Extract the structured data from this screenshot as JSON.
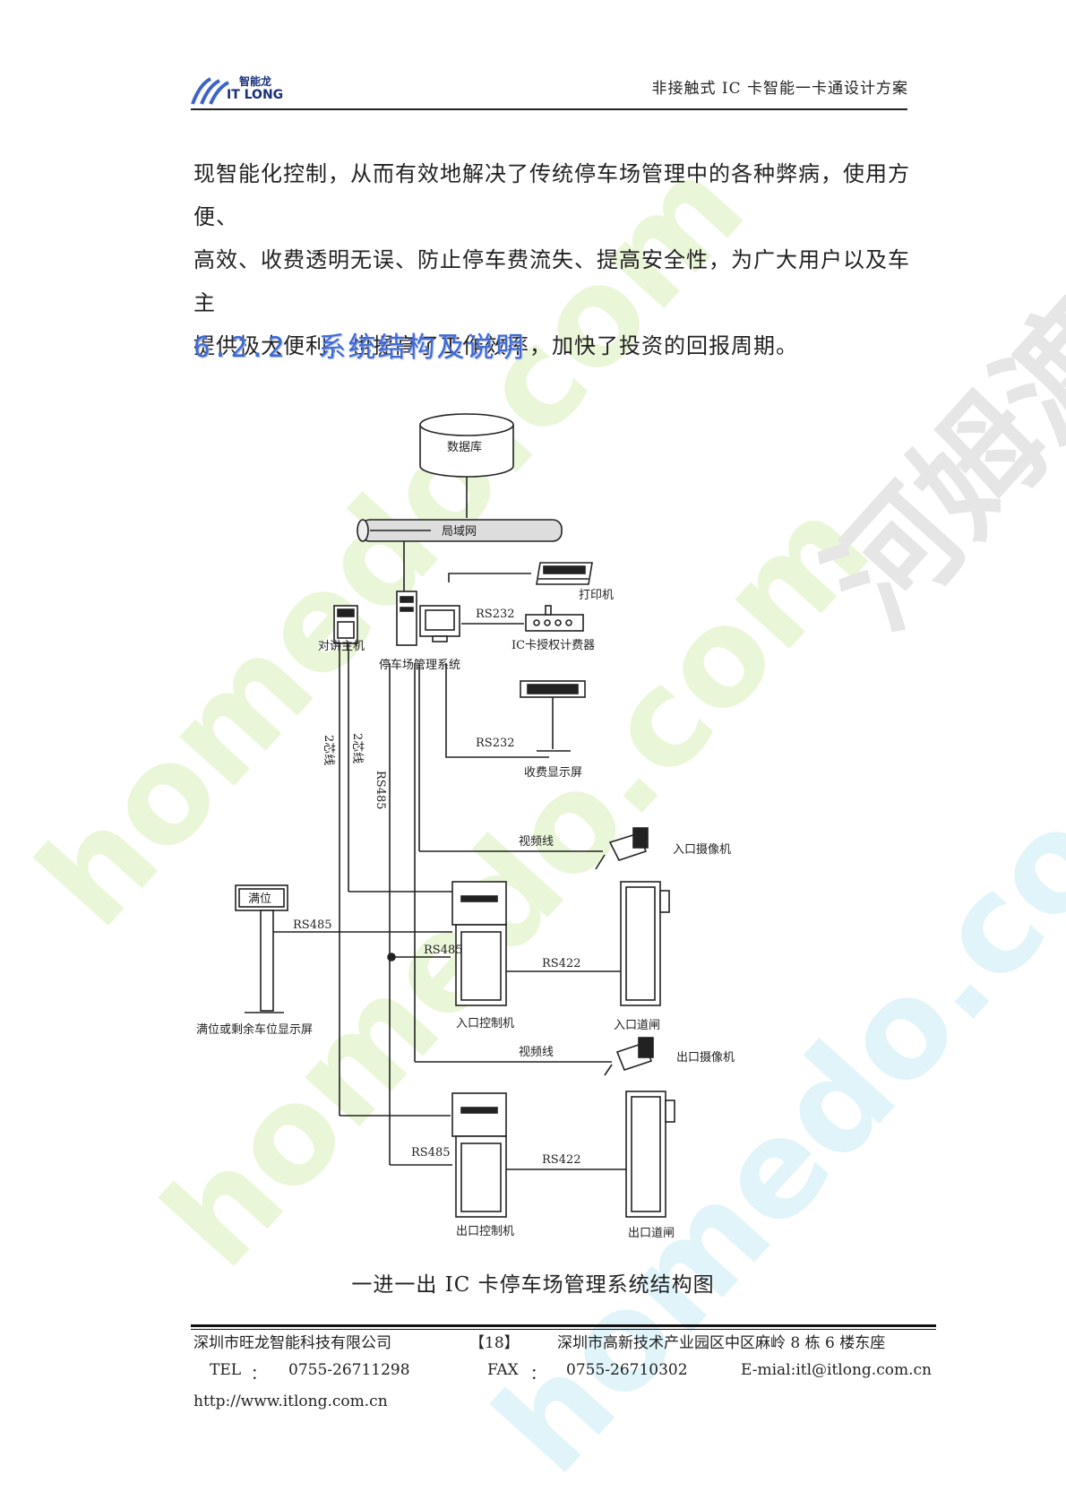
{
  "header": {
    "logo_cn": "智能龙",
    "logo_en": "IT LONG",
    "title": "非接触式 IC 卡智能一卡通设计方案"
  },
  "body": {
    "paragraph_lines": [
      "现智能化控制，从而有效地解决了传统停车场管理中的各种弊病，使用方便、",
      "高效、收费透明无误、防止停车费流失、提高安全性，为广大用户以及车主",
      "提供极大便利，也提高了工作效率，加快了投资的回报周期。"
    ],
    "section_number": "6.2.2",
    "section_title": "系统结构及说明"
  },
  "diagram": {
    "database": "数据库",
    "lan": "局域网",
    "printer": "打印机",
    "rs232_a": "RS232",
    "ic_authorizer": "IC卡授权计费器",
    "intercom_host": "对讲主机",
    "parking_system": "停车场管理系统",
    "rs232_b": "RS232",
    "fee_display": "收费显示屏",
    "two_core_a": "2芯线",
    "two_core_b": "2芯线",
    "rs485_vertical": "RS485",
    "video_line_a": "视频线",
    "entrance_camera": "入口摄像机",
    "full_sign": "满位",
    "rs485_a": "RS485",
    "rs485_b": "RS485",
    "rs422_a": "RS422",
    "full_display": "满位或剩余车位显示屏",
    "entrance_controller": "入口控制机",
    "entrance_gate": "入口道闸",
    "video_line_b": "视频线",
    "exit_camera": "出口摄像机",
    "rs485_c": "RS485",
    "rs422_b": "RS422",
    "exit_controller": "出口控制机",
    "exit_gate": "出口道闸"
  },
  "caption": "一进一出 IC 卡停车场管理系统结构图",
  "footer": {
    "company": "深圳市旺龙智能科技有限公司",
    "page": "【18】",
    "address": "深圳市高新技术产业园区中区麻岭 8 栋 6 楼东座",
    "tel_label": "TEL",
    "tel_sep": "：",
    "tel": "0755-26711298",
    "fax_label": "FAX",
    "fax_sep": "：",
    "fax": "0755-26710302",
    "email": "E-mial:itl@itlong.com.cn",
    "url": "http://www.itlong.com.cn"
  },
  "watermark": {
    "text_en": "homedo.com",
    "text_cn": "河姆渡"
  },
  "colors": {
    "section_blue": "#3f6bd6",
    "watermark_green": "#e8f5d6",
    "watermark_cyan": "#dff4fa",
    "watermark_gray": "#e4e4e4"
  }
}
